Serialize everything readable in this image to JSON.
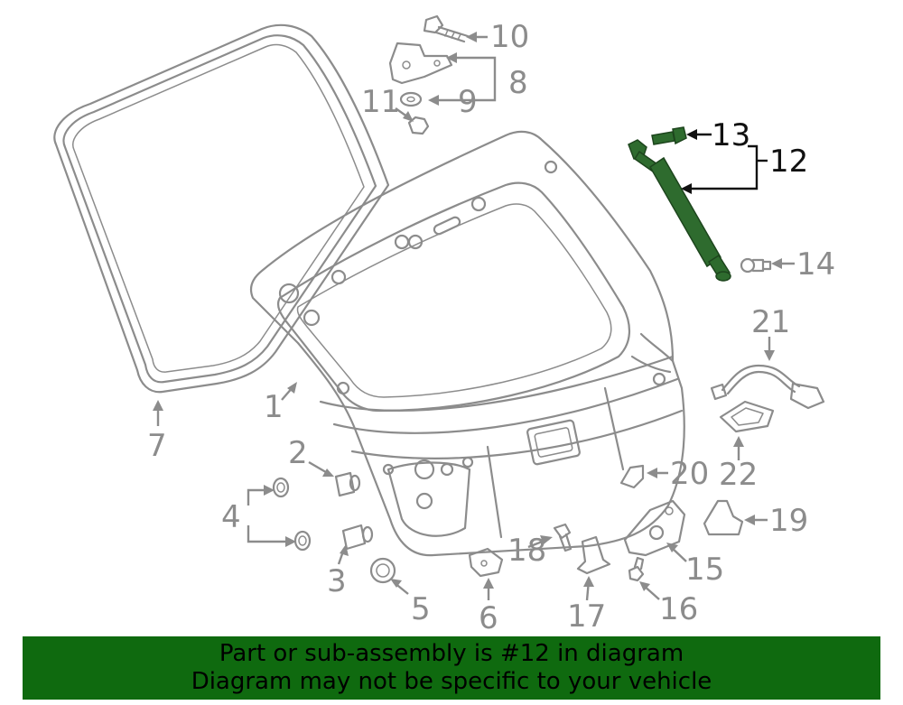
{
  "colors": {
    "highlight_part": "#2e6b2e",
    "line_art": "#8c8c8c",
    "banner_bg": "#0f6a0f",
    "banner_text": "#000000"
  },
  "callouts": {
    "c1": "1",
    "c2": "2",
    "c3": "3",
    "c4": "4",
    "c5": "5",
    "c6": "6",
    "c7": "7",
    "c8": "8",
    "c9": "9",
    "c10": "10",
    "c11": "11",
    "c12": "12",
    "c13": "13",
    "c14": "14",
    "c15": "15",
    "c16": "16",
    "c17": "17",
    "c18": "18",
    "c19": "19",
    "c20": "20",
    "c21": "21",
    "c22": "22"
  },
  "banner": {
    "line1": "Part or sub-assembly is #12 in diagram",
    "line2": "Diagram may not be specific to your vehicle"
  }
}
